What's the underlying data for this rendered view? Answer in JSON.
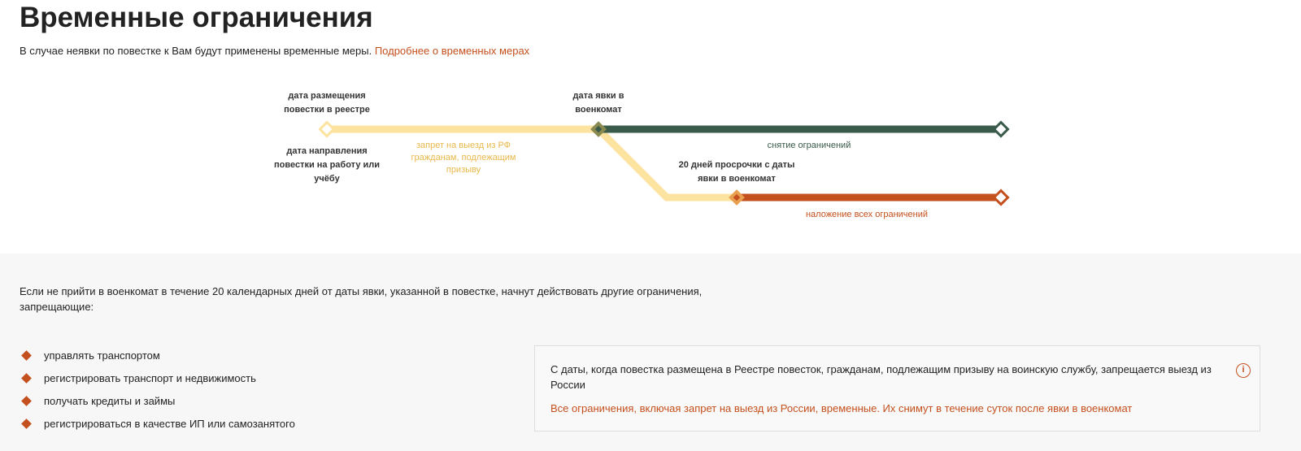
{
  "title": "Временные ограничения",
  "intro": {
    "text": "В случае неявки по повестке к Вам будут применены временные меры. ",
    "link": "Подробнее о временных мерах"
  },
  "diagram": {
    "label_registry": "дата размещения повестки в реестре",
    "label_sent": "дата направления повестки на работу или учёбу",
    "label_appear": "дата явки в военкомат",
    "label_exit_ban": "запрет на выезд из РФ гражданам, подлежащим призыву",
    "label_lift": "снятие ограничений",
    "label_overdue": "20 дней просрочки с даты явки в военкомат",
    "label_all": "наложение всех ограничений",
    "colors": {
      "yellow": "#fde3a0",
      "green": "#3a5a4a",
      "orange": "#c4501e",
      "olive": "#8a8a50"
    }
  },
  "lower": {
    "warning": "Если не прийти в военкомат в течение 20 календарных дней от даты явки, указанной в повестке, начнут действовать другие ограничения, запрещающие:",
    "items": [
      "управлять транспортом",
      "регистрировать транспорт и недвижимость",
      "получать кредиты и займы",
      "регистрироваться в качестве ИП или самозанятого"
    ],
    "box_text": "С даты, когда повестка размещена в Реестре повесток, гражданам, подлежащим призыву на воинскую службу, запрещается выезд из России",
    "box_note": "Все ограничения, включая запрет на выезд из России, временные. Их снимут в течение суток после явки в военкомат",
    "info_icon": "i"
  }
}
